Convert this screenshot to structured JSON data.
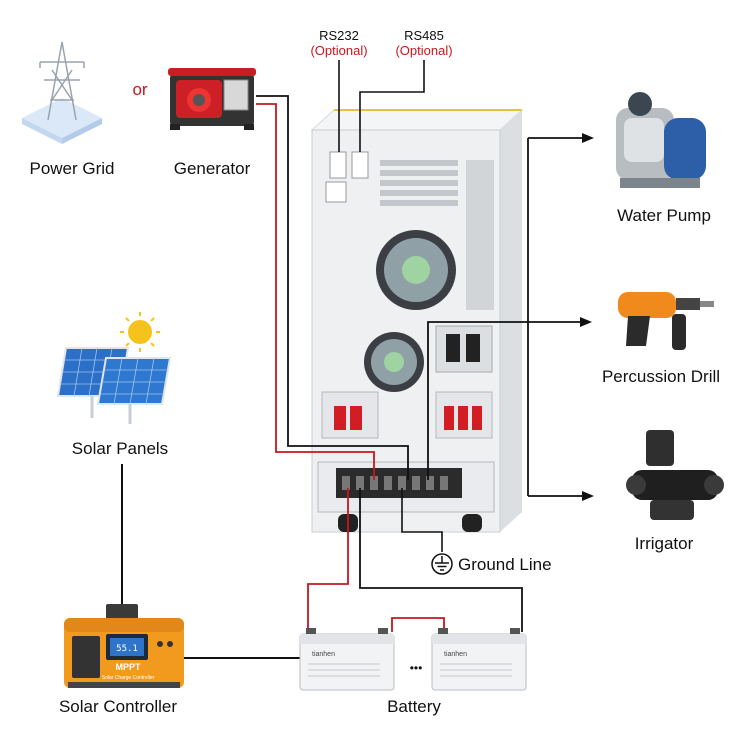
{
  "labels": {
    "power_grid": "Power Grid",
    "or": "or",
    "generator": "Generator",
    "rs232": "RS232",
    "rs232_note": "(Optional)",
    "rs485": "RS485",
    "rs485_note": "(Optional)",
    "solar_panels": "Solar Panels",
    "solar_controller": "Solar Controller",
    "battery": "Battery",
    "ground_line": "Ground Line",
    "water_pump": "Water Pump",
    "percussion_drill": "Percussion Drill",
    "irrigator": "Irrigator"
  },
  "device_texts": {
    "controller_mppt": "MPPT",
    "controller_sub": "Solar Charge Controller",
    "controller_lcd": "55.1",
    "battery_brand": "tianhen",
    "battery_brand_2": "tianhen",
    "ellipsis": "•••"
  },
  "colors": {
    "wire_red": "#c8161e",
    "wire_black": "#111111",
    "optional_red": "#c8161e",
    "inverter_body": "#eef0f2",
    "controller_orange": "#f29a1d"
  }
}
